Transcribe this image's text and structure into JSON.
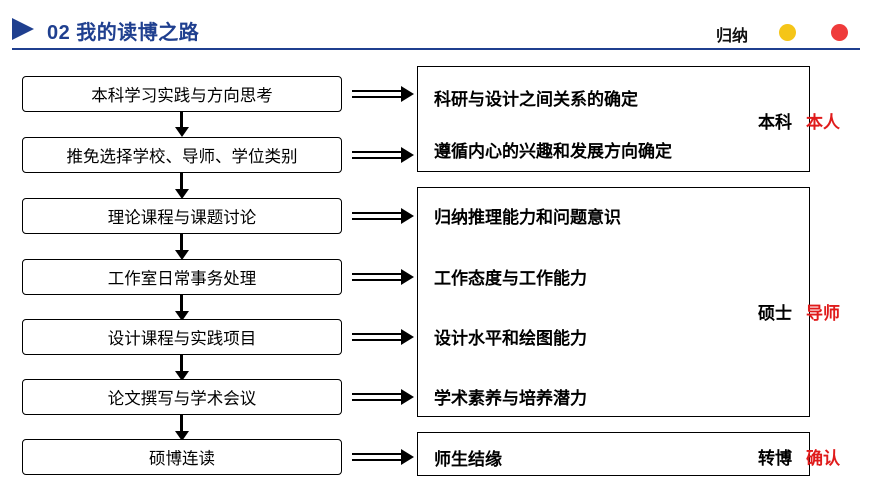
{
  "header": {
    "title": "02 我的读博之路",
    "right_label": "归纳",
    "dot_yellow": "#f5c518",
    "dot_red": "#ef3b3b",
    "accent": "#1f3f8f"
  },
  "left_steps": [
    {
      "label": "本科学习实践与方向思考"
    },
    {
      "label": "推免选择学校、导师、学位类别"
    },
    {
      "label": "理论课程与课题讨论"
    },
    {
      "label": "工作室日常事务处理"
    },
    {
      "label": "设计课程与实践项目"
    },
    {
      "label": "论文撰写与学术会议"
    },
    {
      "label": "硕博连读"
    }
  ],
  "right_groups": [
    {
      "items": [
        "科研与设计之间关系的确定",
        "遵循内心的兴趣和发展方向确定"
      ],
      "stage": "本科",
      "actor": "本人"
    },
    {
      "items": [
        "归纳推理能力和问题意识",
        "工作态度与工作能力",
        "设计水平和绘图能力",
        "学术素养与培养潜力"
      ],
      "stage": "硕士",
      "actor": "导师"
    },
    {
      "items": [
        "师生结缘"
      ],
      "stage": "转博",
      "actor": "确认"
    }
  ]
}
